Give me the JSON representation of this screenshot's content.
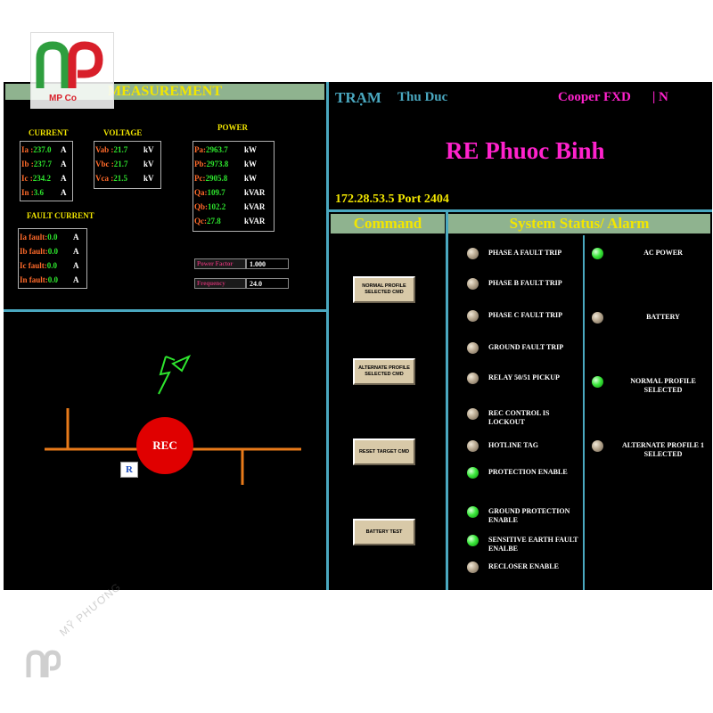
{
  "watermark": {
    "logo_text": "MP Co",
    "brand_text": "MỸ PHƯƠNG",
    "logo_color_green": "#2e9e3e",
    "logo_color_red": "#d81f2a"
  },
  "measurement": {
    "title": "MEASUREMENT",
    "current": {
      "heading": "CURRENT",
      "rows": [
        {
          "key": "Ia :",
          "value": "237.0",
          "unit": "A"
        },
        {
          "key": "Ib :",
          "value": "237.7",
          "unit": "A"
        },
        {
          "key": "Ic :",
          "value": "234.2",
          "unit": "A"
        },
        {
          "key": "In :",
          "value": "3.6",
          "unit": "A"
        }
      ]
    },
    "voltage": {
      "heading": "VOLTAGE",
      "rows": [
        {
          "key": "Vab :",
          "value": "21.7",
          "unit": "kV"
        },
        {
          "key": "Vbc :",
          "value": "21.7",
          "unit": "kV"
        },
        {
          "key": "Vca :",
          "value": "21.5",
          "unit": "kV"
        }
      ]
    },
    "power": {
      "heading": "POWER",
      "rows": [
        {
          "key": "Pa:",
          "value": "2963.7",
          "unit": "kW"
        },
        {
          "key": "Pb:",
          "value": "2973.8",
          "unit": "kW"
        },
        {
          "key": "Pc:",
          "value": "2905.8",
          "unit": "kW"
        },
        {
          "key": "Qa:",
          "value": "109.7",
          "unit": "kVAR"
        },
        {
          "key": "Qb:",
          "value": "102.2",
          "unit": "kVAR"
        },
        {
          "key": "Qc:",
          "value": "27.8",
          "unit": "kVAR"
        }
      ]
    },
    "fault_current": {
      "heading": "FAULT CURRENT",
      "rows": [
        {
          "key": "Ia fault:",
          "value": "0.0",
          "unit": "A"
        },
        {
          "key": "Ib fault:",
          "value": "0.0",
          "unit": "A"
        },
        {
          "key": "Ic fault:",
          "value": "0.0",
          "unit": "A"
        },
        {
          "key": "In fault:",
          "value": "0.0",
          "unit": "A"
        }
      ]
    },
    "params": [
      {
        "key": "Power Factor",
        "value": "1.000"
      },
      {
        "key": "Frequency",
        "value": "24.0"
      }
    ]
  },
  "oneline": {
    "recloser_label": "REC",
    "r_badge": "R",
    "recloser_color": "#e00000",
    "line_color": "#e87a1a",
    "lightning_color": "#2ee62e"
  },
  "header": {
    "station_label": "TRẠM",
    "station_name": "Thu Duc",
    "device": "Cooper FXD",
    "device_suffix": "| N",
    "title": "RE Phuoc Binh",
    "address": "172.28.53.5 Port 2404",
    "title_color": "#ff22cc"
  },
  "command": {
    "title": "Command",
    "buttons": [
      "NORMAL PROFILE SELECTED CMD",
      "ALTERNATE PROFILE SELECTED CMD",
      "RESET TARGET CMD",
      "BATTERY TEST"
    ]
  },
  "status": {
    "title": "System Status/ Alarm",
    "left": [
      {
        "label": "PHASE A FAULT TRIP",
        "state": "gray"
      },
      {
        "label": "PHASE B FAULT TRIP",
        "state": "gray"
      },
      {
        "label": "PHASE C FAULT TRIP",
        "state": "gray"
      },
      {
        "label": "GROUND FAULT TRIP",
        "state": "gray"
      },
      {
        "label": "RELAY 50/51 PICKUP",
        "state": "gray"
      },
      {
        "label": "REC CONTROL IS LOCKOUT",
        "state": "gray"
      },
      {
        "label": "HOTLINE TAG",
        "state": "gray"
      },
      {
        "label": "PROTECTION ENABLE",
        "state": "green"
      },
      {
        "label": "GROUND PROTECTION ENABLE",
        "state": "green"
      },
      {
        "label": "SENSITIVE EARTH FAULT ENALBE",
        "state": "green"
      },
      {
        "label": "RECLOSER ENABLE",
        "state": "gray"
      }
    ],
    "right": [
      {
        "label": "AC POWER",
        "state": "green"
      },
      {
        "label": "BATTERY",
        "state": "gray"
      },
      {
        "label": "NORMAL PROFILE SELECTED",
        "state": "green"
      },
      {
        "label": "ALTERNATE PROFILE 1 SELECTED",
        "state": "gray"
      }
    ]
  }
}
